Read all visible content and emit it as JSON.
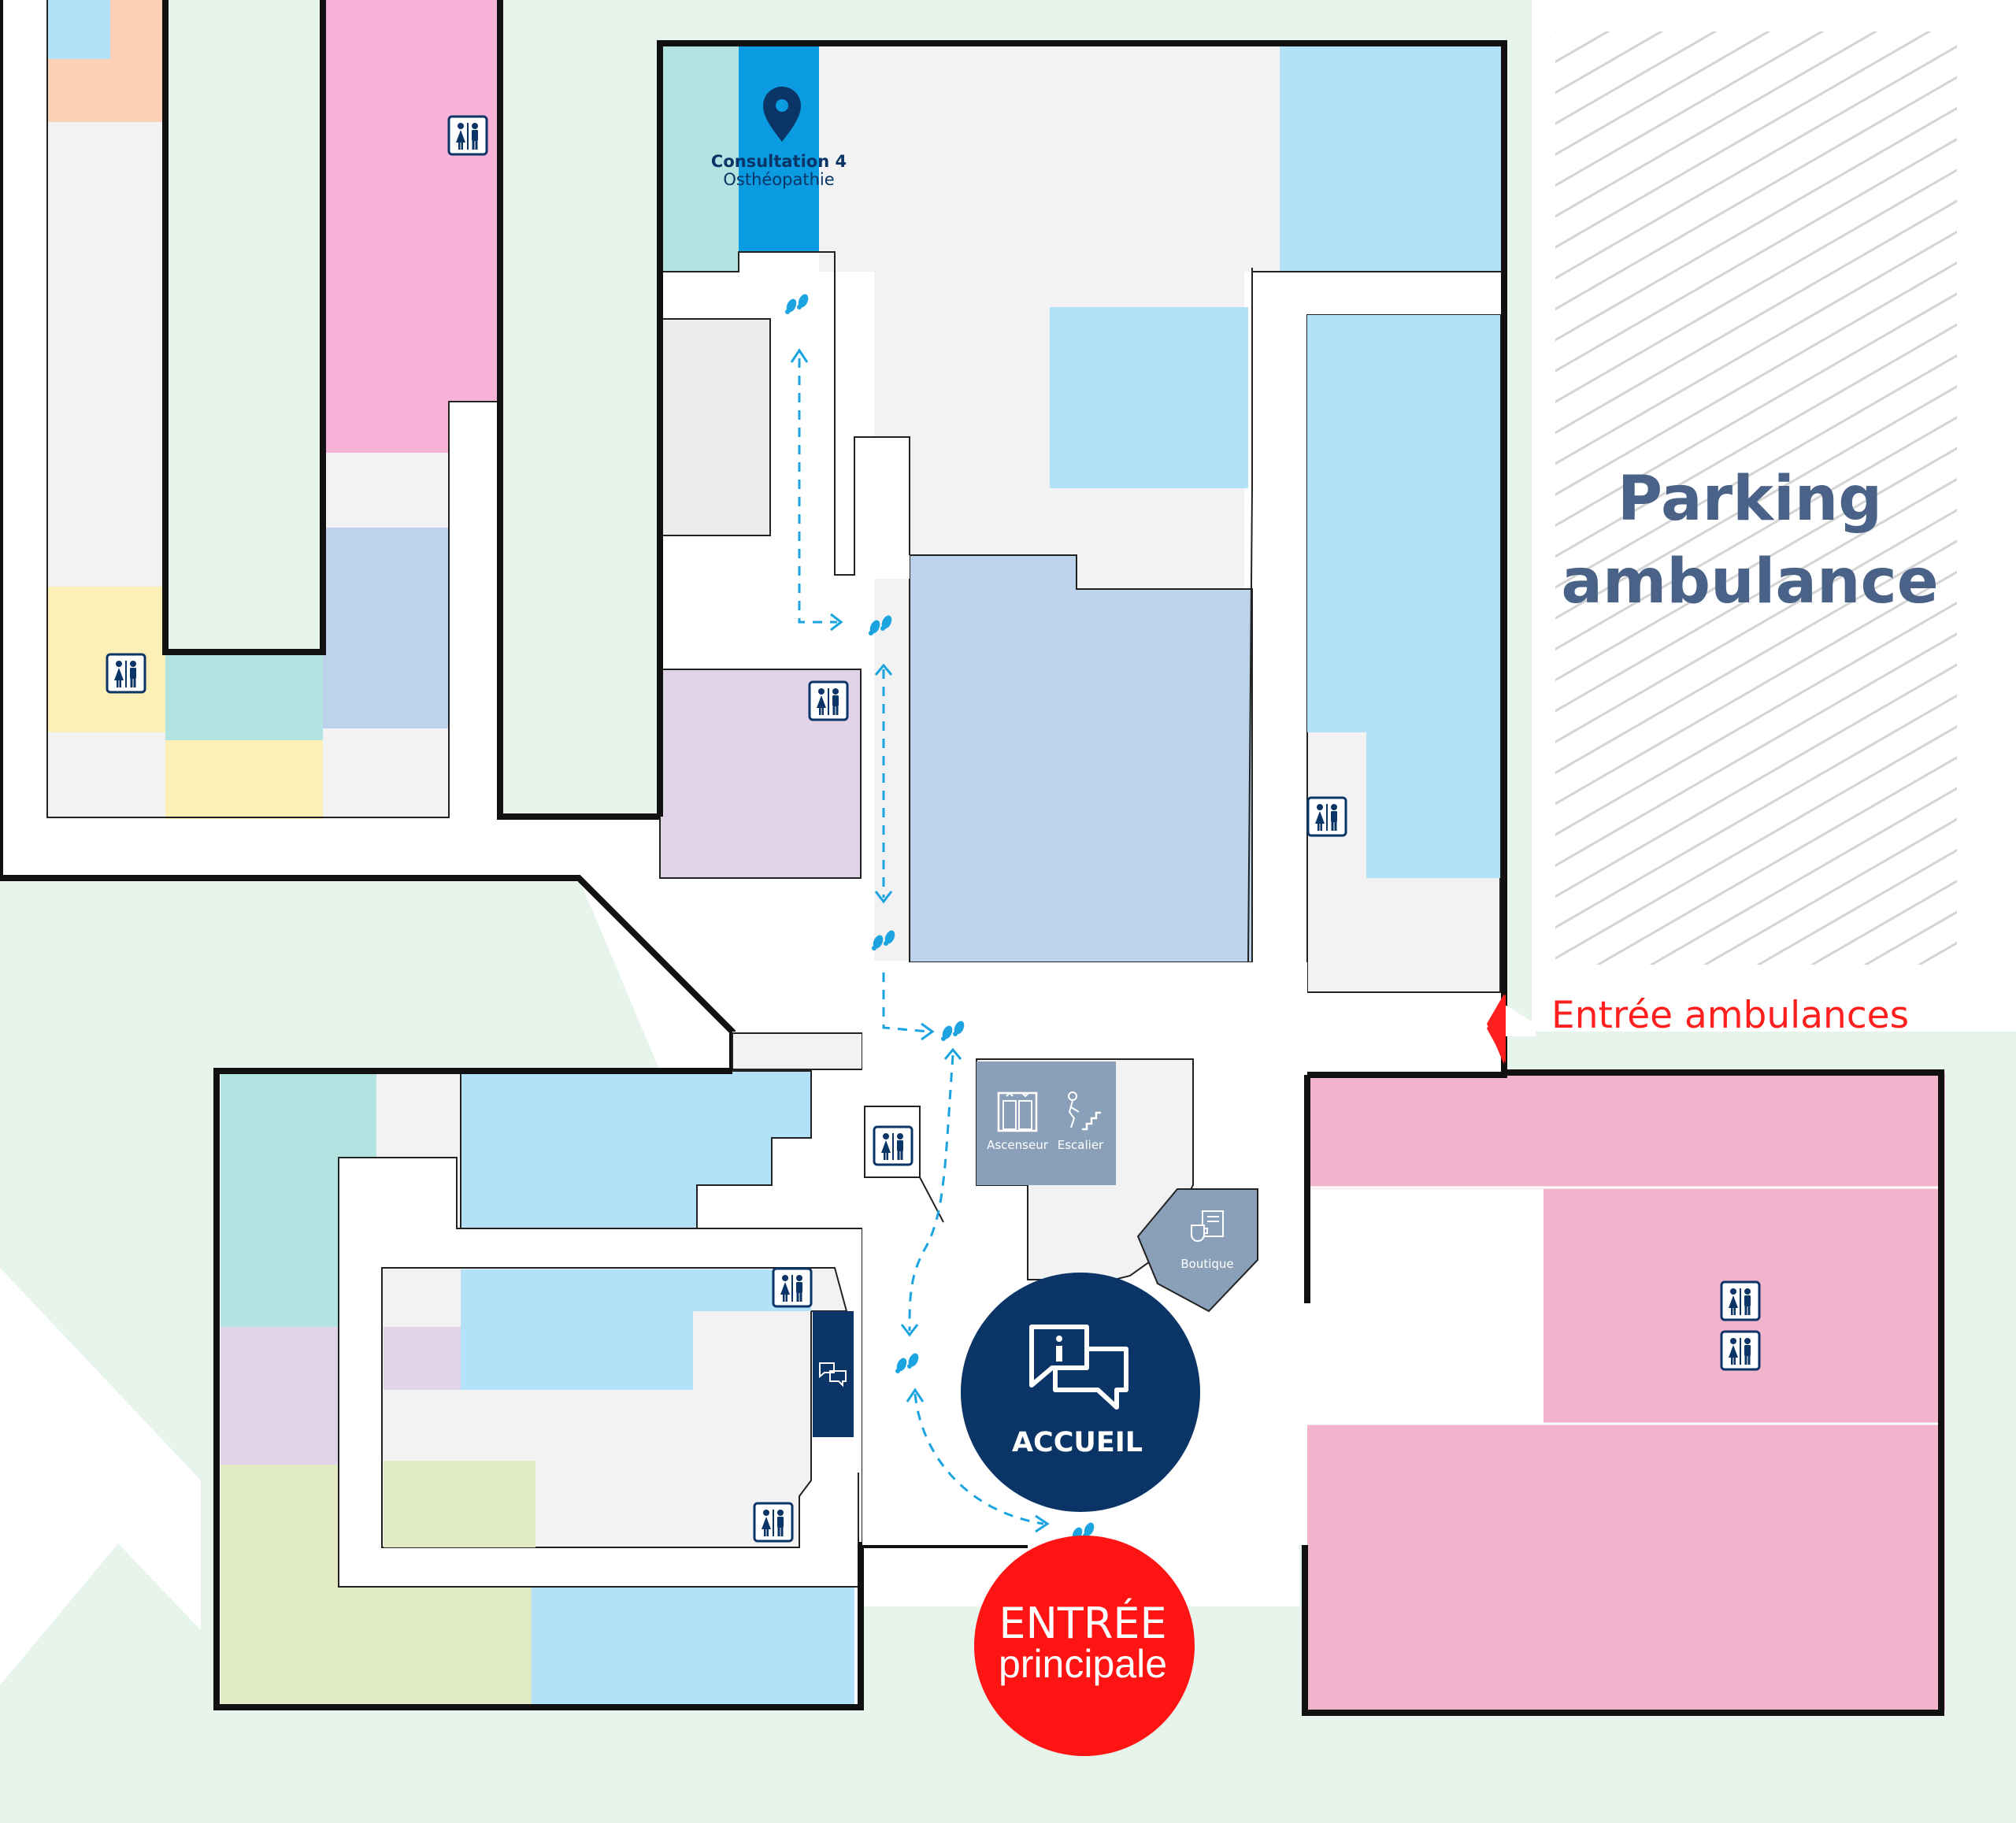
{
  "map": {
    "destination": {
      "name": "Consultation 4",
      "specialty": "Osthéopathie",
      "icon": "map-pin-icon",
      "color": "#0b9be0"
    },
    "parking": {
      "line1": "Parking",
      "line2": "ambulance"
    },
    "ambulance_entrance": {
      "label": "Entrée ambulances",
      "icon": "arrow-left-icon",
      "color": "#ff1f1f"
    },
    "main_entrance": {
      "line1": "ENTRÉE",
      "line2": "principale",
      "color": "#ff1f1f"
    },
    "reception": {
      "label": "ACCUEIL",
      "icon": "info-speech-bubbles-icon",
      "color": "#0b3566"
    },
    "services": {
      "elevator": {
        "label": "Ascenseur",
        "icon": "elevator-icon"
      },
      "stairs": {
        "label": "Escalier",
        "icon": "stairs-icon"
      },
      "shop": {
        "label": "Boutique",
        "icon": "coffee-newspaper-icon"
      }
    },
    "route": {
      "icon": "footsteps-icon",
      "color": "#1ba4e0"
    },
    "restroom_icon": "restroom-icon",
    "colors": {
      "wall": "#111111",
      "corridor": "#ffffff",
      "outside": "#e6f4ec",
      "pink": "#f7b2d8",
      "pink_wing": "#f2b4cc",
      "light_blue": "#b3e2f8",
      "steel_blue": "#bcd3eb",
      "teal": "#b3e3e0",
      "peach": "#fdd1b5",
      "yellow": "#fdf0b6",
      "lavender": "#e2d4e8",
      "olive": "#e0ebc3",
      "grey": "#f2f2f2",
      "service_grey": "#8aa0b8",
      "navy": "#0b3566"
    }
  }
}
